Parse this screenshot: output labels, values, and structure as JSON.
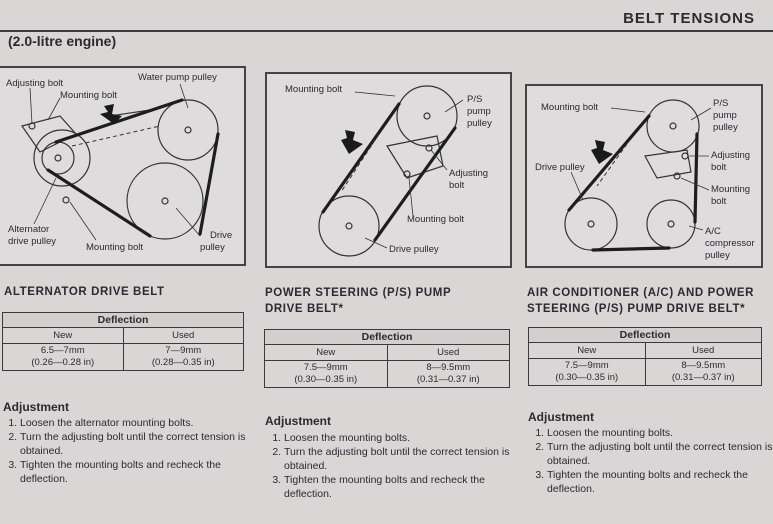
{
  "header": {
    "title": "BELT TENSIONS",
    "engine": "(2.0-litre engine)"
  },
  "sections": [
    {
      "title_line1": "ALTERNATOR DRIVE BELT",
      "diagram_labels": {
        "adjusting_bolt": "Adjusting bolt",
        "mounting_bolt_top": "Mounting bolt",
        "water_pump_pulley": "Water pump pulley",
        "alternator_l1": "Alternator",
        "alternator_l2": "drive pulley",
        "mounting_bolt_bottom": "Mounting bolt",
        "drive_l1": "Drive",
        "drive_l2": "pulley"
      },
      "table": {
        "header": "Deflection",
        "col_new": "New",
        "col_used": "Used",
        "new_mm": "6.5—7mm",
        "new_in": "(0.26—0.28 in)",
        "used_mm": "7—9mm",
        "used_in": "(0.28—0.35 in)"
      },
      "adjustment_title": "Adjustment",
      "steps": [
        "Loosen the alternator mounting bolts.",
        "Turn the adjusting bolt until the correct tension is obtained.",
        "Tighten the mounting bolts and recheck the deflection."
      ]
    },
    {
      "title_line1": "POWER STEERING (P/S) PUMP",
      "title_line2": "DRIVE BELT*",
      "diagram_labels": {
        "mounting_bolt_top": "Mounting bolt",
        "ps_l1": "P/S",
        "ps_l2": "pump",
        "ps_l3": "pulley",
        "adjusting_l1": "Adjusting",
        "adjusting_l2": "bolt",
        "mounting_bolt_bottom": "Mounting bolt",
        "drive_pulley": "Drive pulley"
      },
      "table": {
        "header": "Deflection",
        "col_new": "New",
        "col_used": "Used",
        "new_mm": "7.5—9mm",
        "new_in": "(0.30—0.35 in)",
        "used_mm": "8—9.5mm",
        "used_in": "(0.31—0.37 in)"
      },
      "adjustment_title": "Adjustment",
      "steps": [
        "Loosen the mounting bolts.",
        "Turn the adjusting bolt until the correct tension is obtained.",
        "Tighten the mounting bolts and recheck the deflection."
      ]
    },
    {
      "title_line1": "AIR CONDITIONER (A/C) AND POWER",
      "title_line2": "STEERING (P/S) PUMP DRIVE BELT*",
      "diagram_labels": {
        "mounting_bolt_top": "Mounting bolt",
        "ps_l1": "P/S",
        "ps_l2": "pump",
        "ps_l3": "pulley",
        "adjusting_l1": "Adjusting",
        "adjusting_l2": "bolt",
        "mounting_l1": "Mounting",
        "mounting_l2": "bolt",
        "drive_pulley": "Drive pulley",
        "ac_l1": "A/C",
        "ac_l2": "compressor",
        "ac_l3": "pulley"
      },
      "table": {
        "header": "Deflection",
        "col_new": "New",
        "col_used": "Used",
        "new_mm": "7.5—9mm",
        "new_in": "(0.30—0.35 in)",
        "used_mm": "8—9.5mm",
        "used_in": "(0.31—0.37 in)"
      },
      "adjustment_title": "Adjustment",
      "steps": [
        "Loosen the mounting bolts.",
        "Turn the adjusting bolt until the correct tension is obtained.",
        "Tighten the mounting bolts and recheck the deflection."
      ]
    }
  ]
}
